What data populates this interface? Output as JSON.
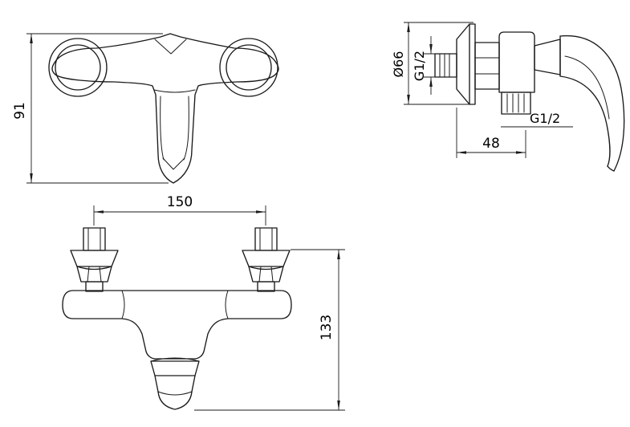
{
  "colors": {
    "line": "#1a1a1a",
    "background": "#ffffff",
    "text": "#000000"
  },
  "dimensions": {
    "front_height": "91",
    "flange_diameter": "Ø66",
    "inlet_thread": "G1/2",
    "outlet_thread": "G1/2",
    "depth": "48",
    "center_distance": "150",
    "total_height": "133"
  }
}
